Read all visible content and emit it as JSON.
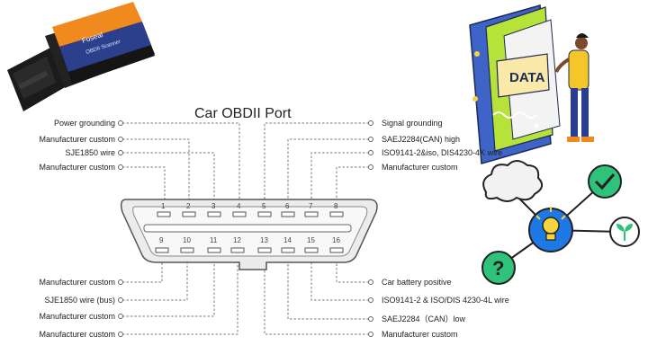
{
  "title": "Car OBDII Port",
  "device_brand": "Foseal",
  "device_text": "OBDII Scanner",
  "book_label": "DATA",
  "pins_top": [
    "1",
    "2",
    "3",
    "4",
    "5",
    "6",
    "7",
    "8"
  ],
  "pins_bottom": [
    "9",
    "10",
    "11",
    "12",
    "13",
    "14",
    "15",
    "16"
  ],
  "left_labels": [
    "Power grounding",
    "Manufacturer custom",
    "SJE1850 wire",
    "Manufacturer custom",
    "Manufacturer custom",
    "SJE1850 wire (bus)",
    "Manufacturer custom",
    "Manufacturer custom"
  ],
  "right_labels": [
    "Signal grounding",
    "SAEJ2284(CAN) high",
    "ISO9141-2&iso, DIS4230-4K wire",
    "Manufacturer custom",
    "Car battery positive",
    "ISO9141-2 & ISO/DIS 4230-4L wire",
    "SAEJ2284（CAN）low",
    "Manufacturer custom"
  ],
  "colors": {
    "connector_body": "#e9e9e9",
    "outline": "#555555",
    "book_blue": "#3f64c8",
    "book_green": "#b6e23a",
    "node_blue": "#1e78e6",
    "node_green": "#2fc27a"
  }
}
